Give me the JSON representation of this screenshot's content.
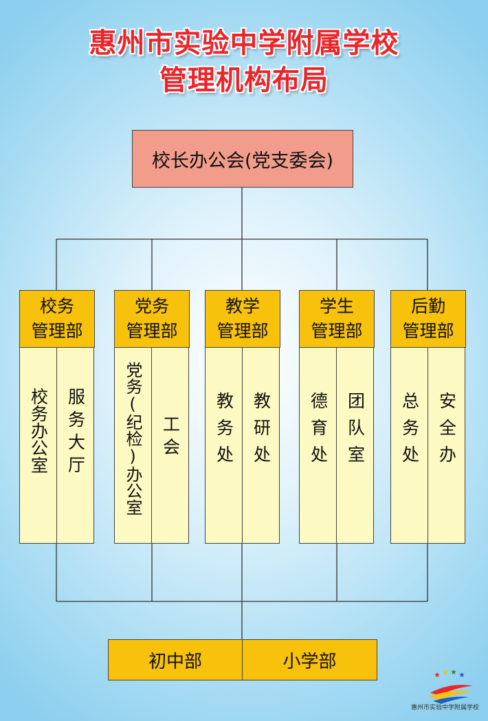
{
  "title": {
    "line1": "惠州市实验中学附属学校",
    "line2": "管理机构布局"
  },
  "top": {
    "label": "校长办公会(党支委会)"
  },
  "departments": [
    {
      "head_line1": "校务",
      "head_line2": "管理部",
      "units": [
        "校务办公室",
        "服务大厅"
      ]
    },
    {
      "head_line1": "党务",
      "head_line2": "管理部",
      "units": [
        "党务(纪检)办公室",
        "工会"
      ]
    },
    {
      "head_line1": "教学",
      "head_line2": "管理部",
      "units": [
        "教务处",
        "教研处"
      ]
    },
    {
      "head_line1": "学生",
      "head_line2": "管理部",
      "units": [
        "德育处",
        "团队室"
      ]
    },
    {
      "head_line1": "后勤",
      "head_line2": "管理部",
      "units": [
        "总务处",
        "安全办"
      ]
    }
  ],
  "bottom": {
    "left": "初中部",
    "right": "小学部"
  },
  "logo": {
    "text": "惠州市实验中学附属学校",
    "star_colors": [
      "#e8262b",
      "#f8c10b",
      "#2a8a3e",
      "#1e5fb8"
    ]
  }
}
